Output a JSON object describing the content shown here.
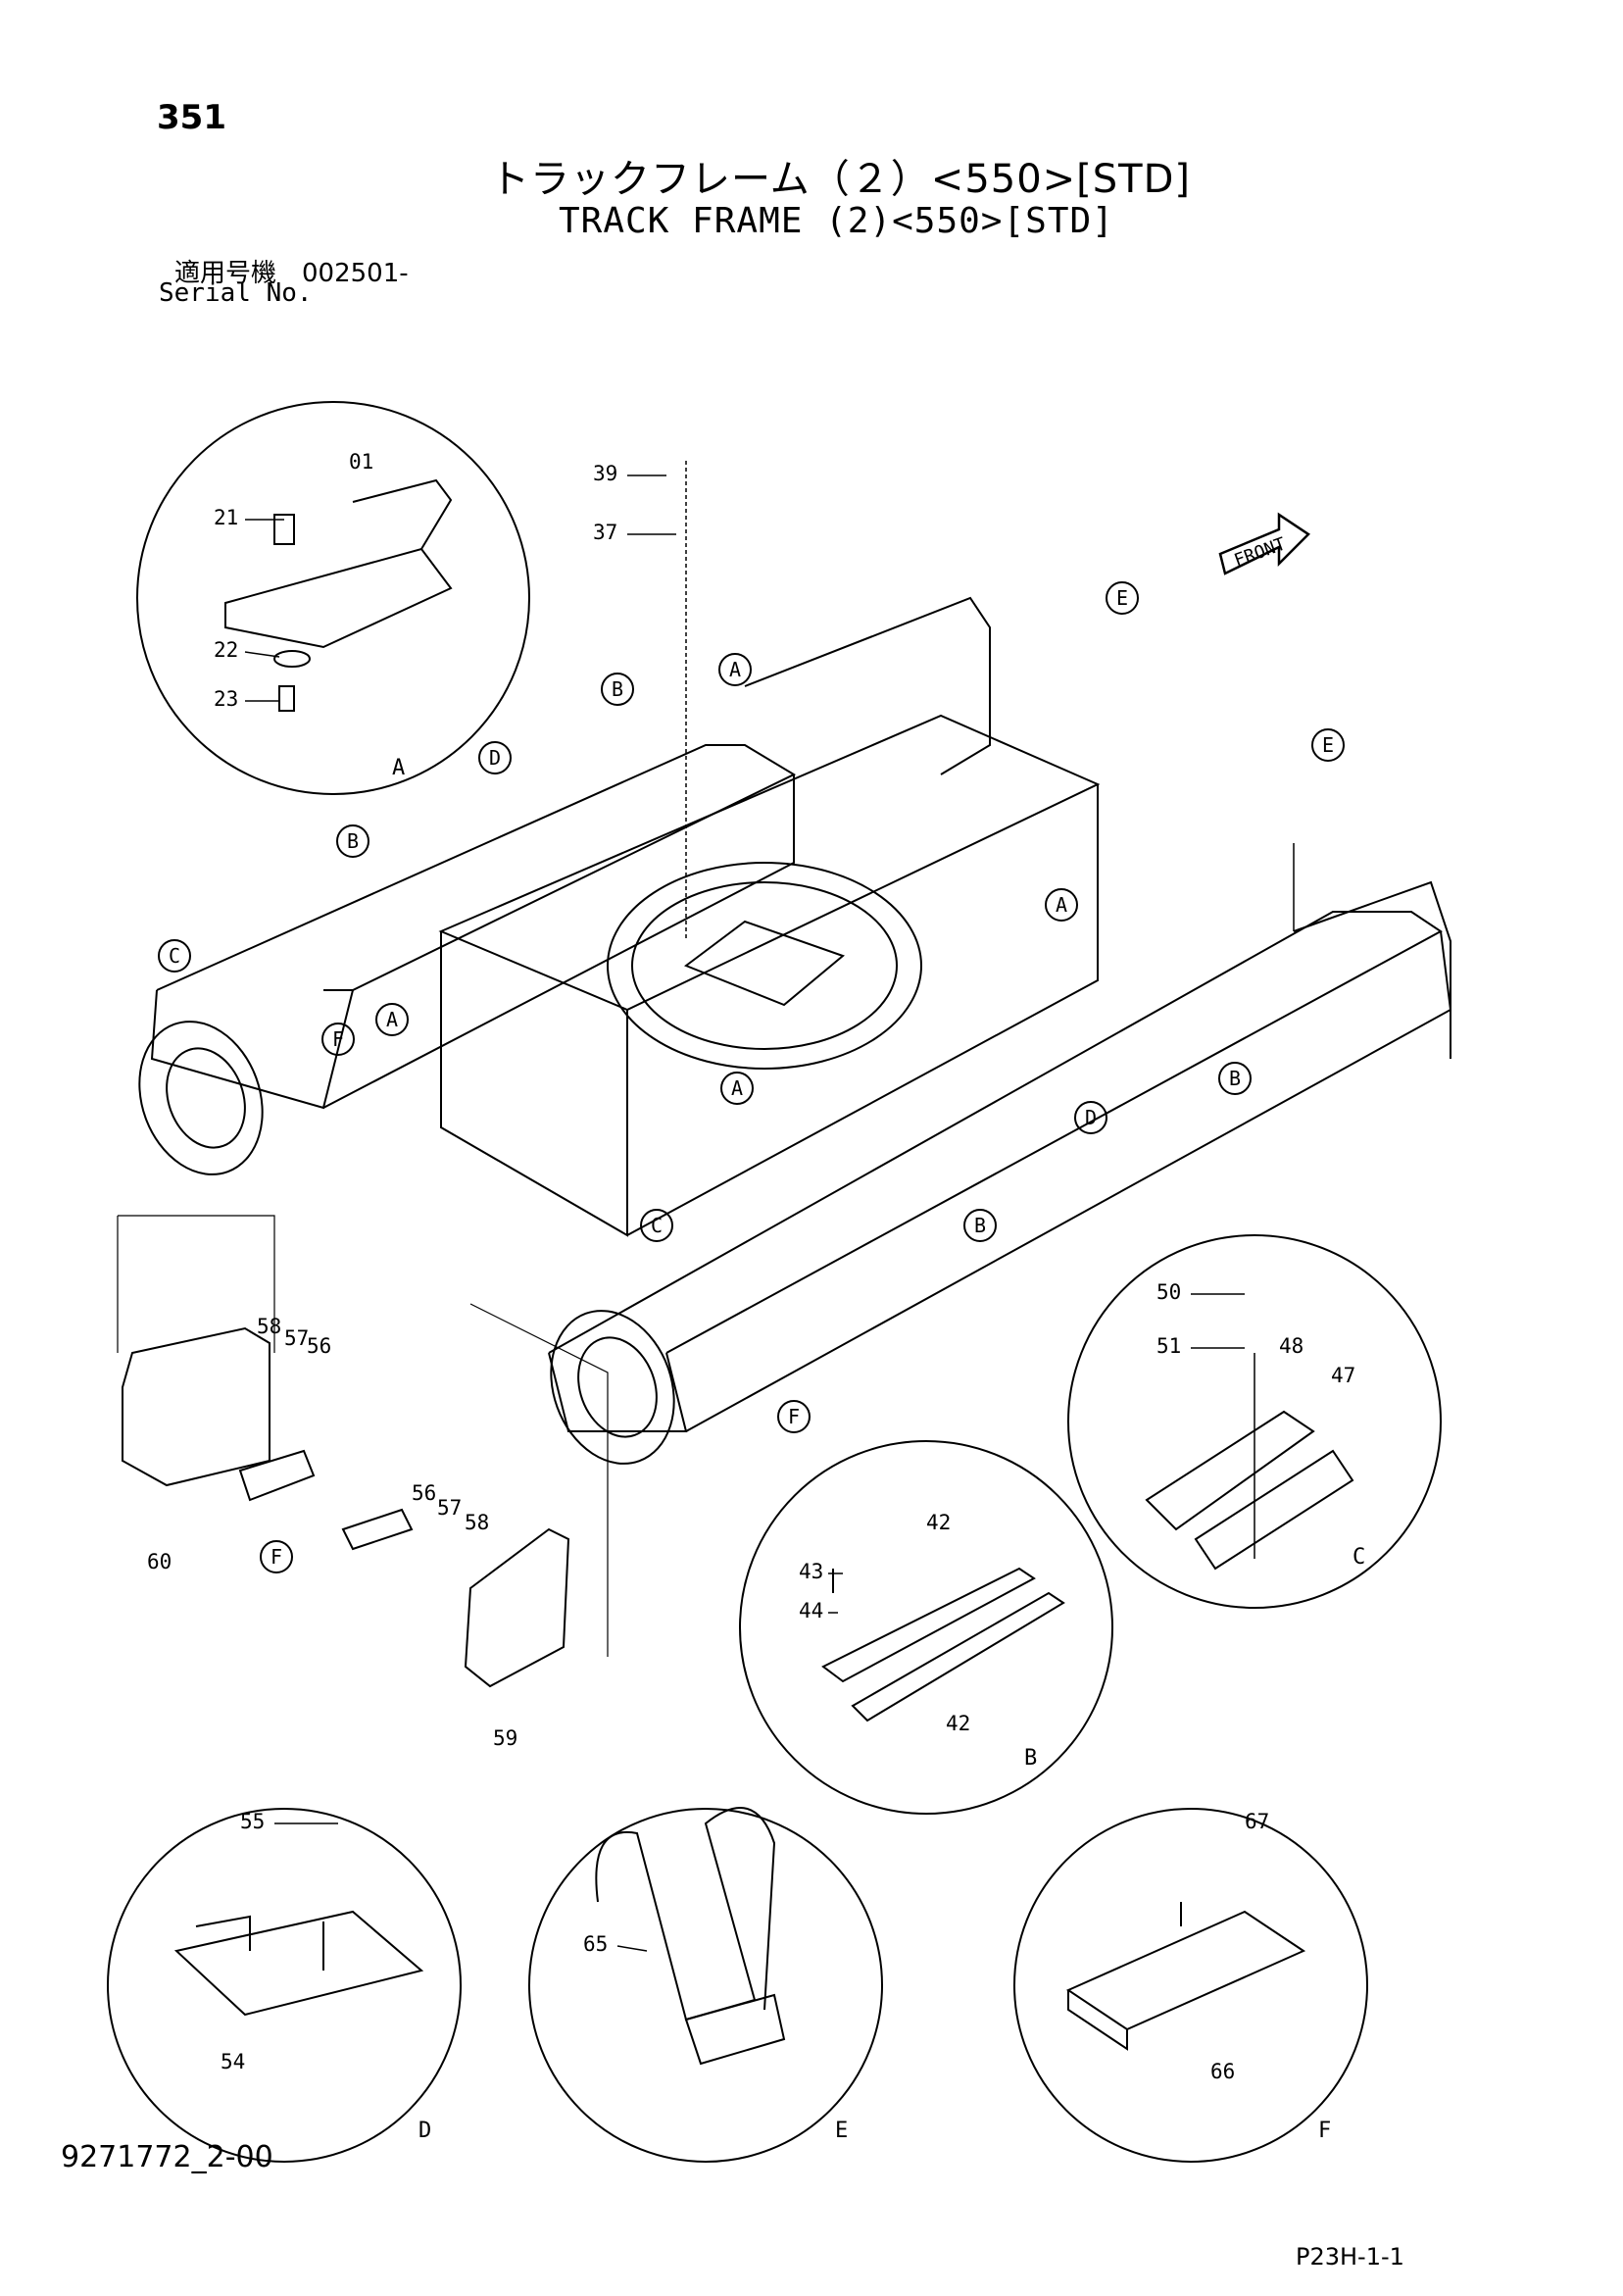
{
  "page_number": "351",
  "title_jp": "トラックフレーム（２）<550>[STD]",
  "title_en": "TRACK FRAME (2)<550>[STD]",
  "serial_label_jp": "適用号機　002501-",
  "serial_label_en": "Serial No.",
  "doc_number": "9271772_2-00",
  "page_code": "P23H-1-1",
  "front_label": "FRONT",
  "detail_letters": [
    "A",
    "B",
    "C",
    "D",
    "E",
    "F"
  ],
  "part_numbers": [
    "01",
    "21",
    "22",
    "23",
    "37",
    "39",
    "42",
    "43",
    "44",
    "47",
    "48",
    "50",
    "51",
    "54",
    "55",
    "56",
    "57",
    "58",
    "59",
    "60",
    "65",
    "66",
    "67"
  ]
}
